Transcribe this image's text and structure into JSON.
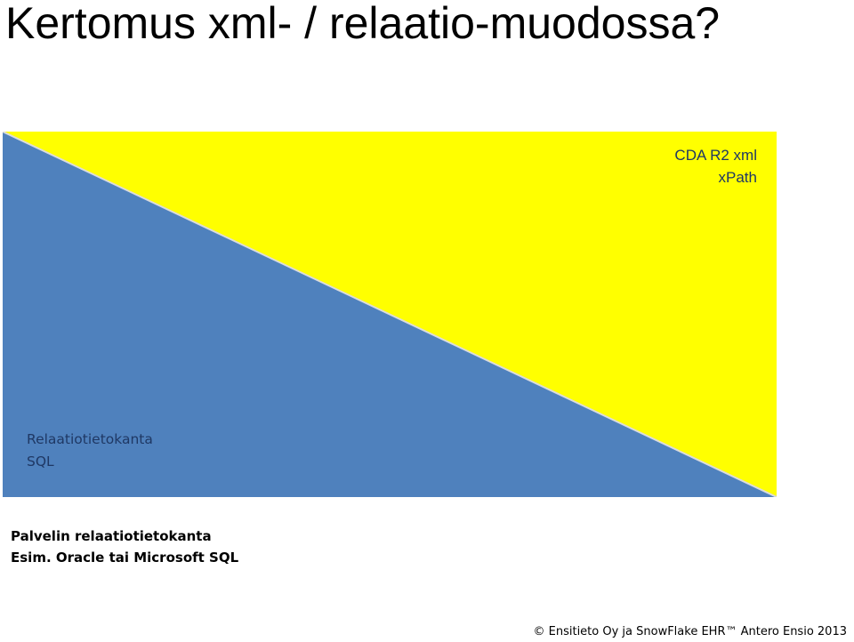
{
  "title": "Kertomus xml- / relaatio-muodossa?",
  "diagram": {
    "top_label_line1": "CDA R2 xml",
    "top_label_line2": "xPath",
    "bottom_label_line1": "Relaatiotietokanta",
    "bottom_label_line2": "SQL",
    "colors": {
      "top_region": "#ffff00",
      "bottom_region": "#4f81bd",
      "edge": "#dcdcdc"
    }
  },
  "server": {
    "line1": "Palvelin relaatiotietokanta",
    "line2": "Esim. Oracle tai Microsoft SQL"
  },
  "footer": "© Ensitieto Oy ja SnowFlake EHR™ Antero Ensio 2013"
}
